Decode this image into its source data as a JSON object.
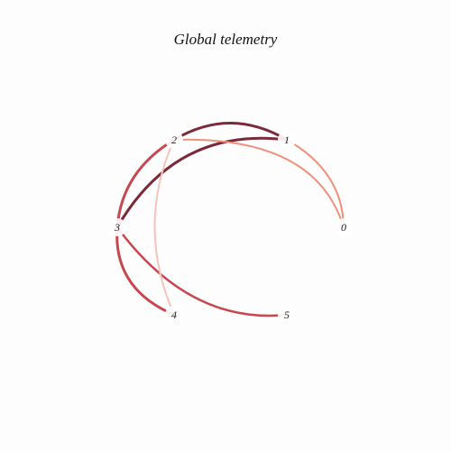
{
  "title": "Global telemetry",
  "nodes": [
    {
      "id": "0",
      "label": "0"
    },
    {
      "id": "1",
      "label": "1"
    },
    {
      "id": "2",
      "label": "2"
    },
    {
      "id": "3",
      "label": "3"
    },
    {
      "id": "4",
      "label": "4"
    },
    {
      "id": "5",
      "label": "5"
    }
  ],
  "edges": [
    {
      "source": "2",
      "target": "1",
      "color": "#7a2a3a"
    },
    {
      "source": "3",
      "target": "1",
      "color": "#7a2a3a"
    },
    {
      "source": "2",
      "target": "0",
      "color": "#f0907a"
    },
    {
      "source": "1",
      "target": "0",
      "color": "#f0907a"
    },
    {
      "source": "2",
      "target": "3",
      "color": "#c8474f"
    },
    {
      "source": "3",
      "target": "4",
      "color": "#c8474f"
    },
    {
      "source": "3",
      "target": "5",
      "color": "#c8474f"
    },
    {
      "source": "2",
      "target": "4",
      "color": "#f5c4b8"
    }
  ]
}
